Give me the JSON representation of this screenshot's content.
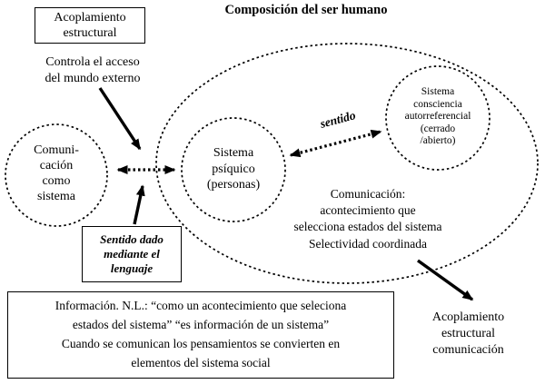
{
  "title": "Composición del ser humano",
  "acoplamiento_box": {
    "label": "Acoplamiento\nestructural"
  },
  "controla_text": "Controla el acceso\ndel mundo externo",
  "left_circle": {
    "label": "Comuni-\ncación\ncomo\nsistema"
  },
  "psychic_circle": {
    "label": "Sistema\npsíquico\n(personas)"
  },
  "conscience_circle": {
    "label": "Sistema\nconsciencia\nautorreferencial\n(cerrado\n/abierto)"
  },
  "sentido_arrow": {
    "label": "sentido"
  },
  "ellipse_text": "Comunicación:\nacontecimiento que\nselecciona estados del sistema\nSelectividad coordinada",
  "sentido_box": {
    "label": "Sentido dado\nmediante el\nlenguaje"
  },
  "info_box": {
    "text": "Información. N.L.: “como un acontecimiento que seleciona\nestados del sistema” “es información de un sistema”\nCuando se comunican los pensamientos se convierten en\nelementos del sistema social"
  },
  "acoplamiento_comunicacion_label": "Acoplamiento\nestructural\ncomunicación",
  "colors": {
    "ink": "#000000",
    "background": "#ffffff"
  }
}
